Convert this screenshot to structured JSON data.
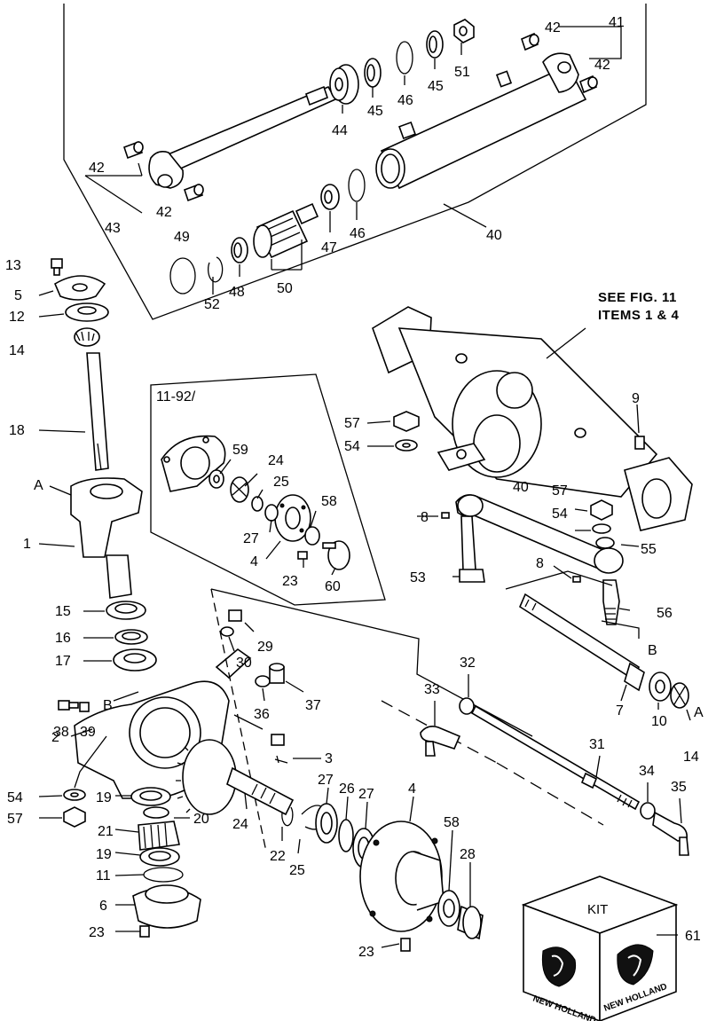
{
  "callouts": {
    "c13": "13",
    "c5": "5",
    "c12": "12",
    "c14a": "14",
    "c18": "18",
    "cA1": "A",
    "c1": "1",
    "c15": "15",
    "c16": "16",
    "c17": "17",
    "c38": "38",
    "c39": "39",
    "cB1": "B",
    "c2": "2",
    "c54a": "54",
    "c57a": "57",
    "c19a": "19",
    "c20": "20",
    "c21": "21",
    "c19b": "19",
    "c11": "11",
    "c6": "6",
    "c23a": "23",
    "c42a": "42",
    "c43": "43",
    "c42b": "42",
    "c49": "49",
    "c52": "52",
    "c48": "48",
    "c50": "50",
    "c44": "44",
    "c45a": "45",
    "c46a": "46",
    "c45b": "45",
    "c51": "51",
    "c42c": "42",
    "c41": "41",
    "c42d": "42",
    "c47": "47",
    "c46b": "46",
    "c40a": "40",
    "inset": "11-92/",
    "c59": "59",
    "c24a": "24",
    "c25a": "25",
    "c58a": "58",
    "c27a": "27",
    "c4a": "4",
    "c23b": "23",
    "c60": "60",
    "c57b": "57",
    "c54b": "54",
    "c9": "9",
    "c8a": "8",
    "c40b": "40",
    "c57c": "57",
    "c54c": "54",
    "c55": "55",
    "c8b": "8",
    "c53": "53",
    "c56": "56",
    "cB2": "B",
    "c29": "29",
    "c30": "30",
    "c36": "36",
    "c37": "37",
    "c3": "3",
    "c24b": "24",
    "c22": "22",
    "c25b": "25",
    "c27b": "27",
    "c26": "26",
    "c27c": "27",
    "c4b": "4",
    "c58b": "58",
    "c28": "28",
    "c23c": "23",
    "c33": "33",
    "c32": "32",
    "c7": "7",
    "c10": "10",
    "cA2": "A",
    "c14b": "14",
    "c31": "31",
    "c34": "34",
    "c35": "35",
    "c61": "61"
  },
  "see_note": {
    "line1": "SEE FIG. 11",
    "line2": "ITEMS 1 & 4"
  },
  "kit": {
    "label": "KIT",
    "brand": "NEW HOLLAND"
  }
}
